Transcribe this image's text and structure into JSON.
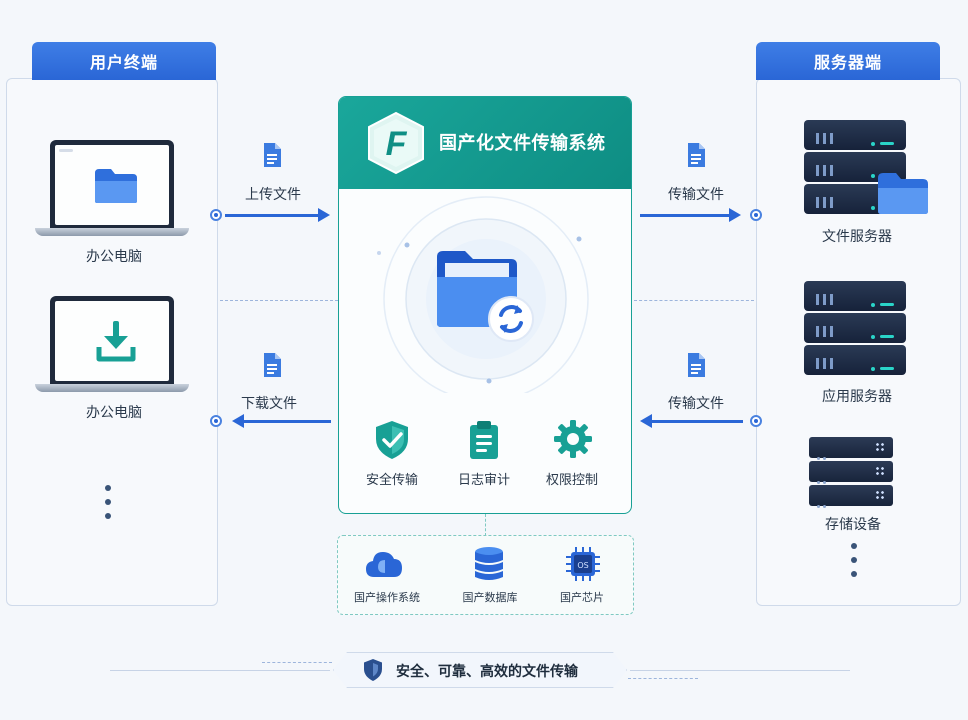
{
  "left_panel": {
    "title": "用户终端",
    "devices": [
      {
        "label": "办公电脑",
        "icon": "folder-icon"
      },
      {
        "label": "办公电脑",
        "icon": "download-icon"
      }
    ]
  },
  "right_panel": {
    "title": "服务器端",
    "devices": [
      {
        "label": "文件服务器",
        "icon": "file-server-icon"
      },
      {
        "label": "应用服务器",
        "icon": "app-server-icon"
      },
      {
        "label": "存储设备",
        "icon": "storage-icon"
      }
    ]
  },
  "center": {
    "title": "国产化文件传输系统",
    "logo_letter": "F",
    "features": [
      {
        "label": "安全传输",
        "icon": "shield-check-icon"
      },
      {
        "label": "日志审计",
        "icon": "clipboard-icon"
      },
      {
        "label": "权限控制",
        "icon": "gear-icon"
      }
    ]
  },
  "flows": {
    "upload": "上传文件",
    "download": "下载文件",
    "transfer_top": "传输文件",
    "transfer_bottom": "传输文件"
  },
  "tech": [
    {
      "label": "国产操作系统",
      "icon": "os-cloud-icon"
    },
    {
      "label": "国产数据库",
      "icon": "database-icon"
    },
    {
      "label": "国产芯片",
      "icon": "chip-icon",
      "chip_text": "OS"
    }
  ],
  "footer": {
    "text": "安全、可靠、高效的文件传输",
    "icon": "shield-icon"
  },
  "colors": {
    "primary_blue": "#2a66d6",
    "teal": "#1aa79b",
    "dark_navy": "#1f2a3c"
  }
}
